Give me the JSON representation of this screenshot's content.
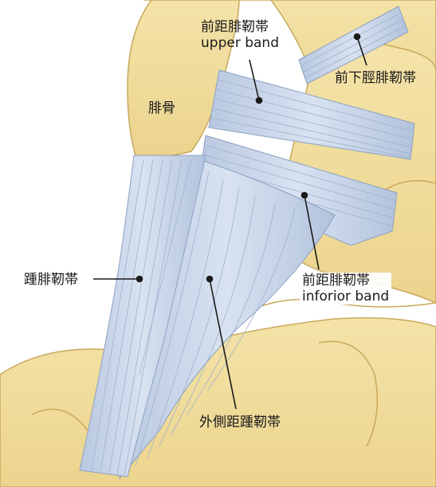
{
  "labels": {
    "fibula": "腓骨",
    "atfl_upper": {
      "line1": "前距腓靭帯",
      "line2": "upper band"
    },
    "aitfl": "前下脛腓靭帯",
    "cfl": "踵腓靭帯",
    "atfl_inferior": {
      "line1": "前距腓靭帯",
      "line2": "inforior band"
    },
    "lateral_talocalcaneal": "外側距踵靭帯"
  },
  "colors": {
    "bone_fill": "#f2dfa0",
    "bone_shadow": "#e2c67a",
    "bone_outline": "#c9a85c",
    "ligament_fill": "#c9d6ea",
    "ligament_shade": "#a9bbd6",
    "ligament_stroke": "#8aa0c2",
    "leader_line": "#1a1a1a"
  }
}
